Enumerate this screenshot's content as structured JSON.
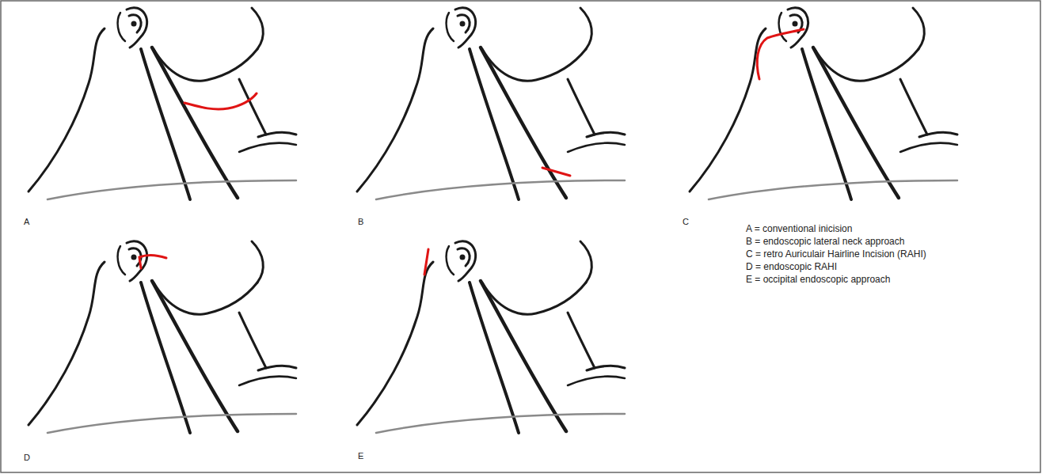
{
  "diagram": {
    "labels": [
      "A",
      "B",
      "C",
      "D",
      "E",
      "A = conventional inicision",
      "B = endoscopic lateral neck approach",
      "C = retro Auriculair Hairline Incision (RAHI)",
      "D = endoscopic RAHI",
      "E = occipital endoscopic approach"
    ]
  }
}
